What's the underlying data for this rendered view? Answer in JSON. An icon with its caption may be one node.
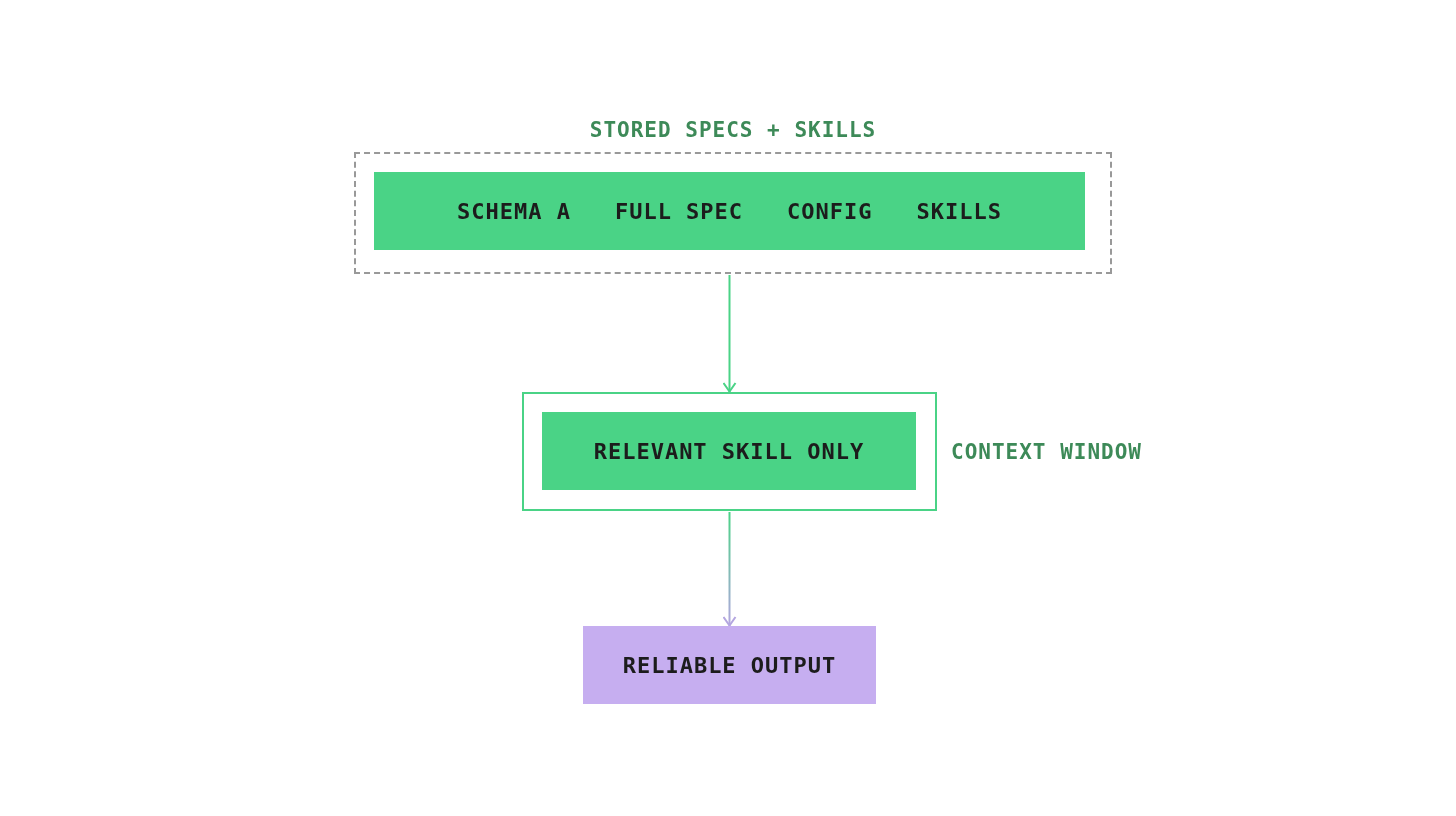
{
  "diagram": {
    "nodes": [
      {
        "text": [
          "STORED SPECS + SKILLS"
        ]
      },
      {
        "text": [
          "SCHEMA A",
          "FULL SPEC",
          "CONFIG",
          "SKILLS"
        ],
        "in": 0
      },
      {
        "text": [
          "CONTEXT WINDOW"
        ]
      },
      {
        "text": [
          "RELEVANT SKILL ONLY"
        ],
        "in": 2
      },
      {
        "text": [
          "RELIABLE OUTPUT"
        ]
      }
    ],
    "edges": [
      {
        "from": 0,
        "to": 2,
        "arrow": "to"
      },
      {
        "from": 2,
        "to": 4,
        "arrow": "to",
        "color": "#b4a6e0"
      }
    ]
  }
}
